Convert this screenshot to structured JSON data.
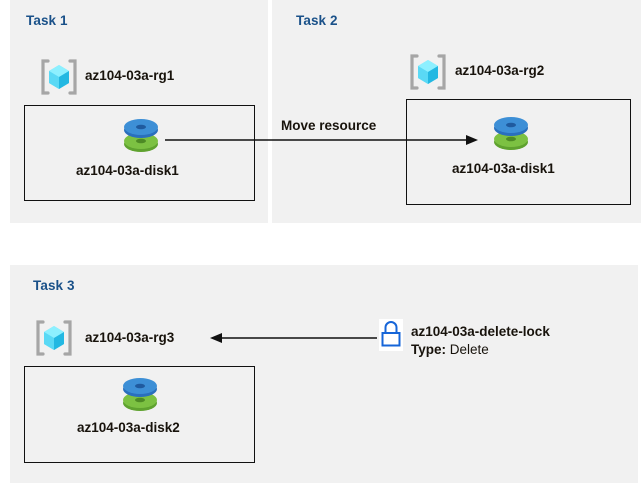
{
  "diagram": {
    "title": "Azure resource group tasks diagram",
    "background_color": "#ffffff",
    "panel_color": "#f1f1f1",
    "title_color": "#1a5189",
    "text_color": "#18130c",
    "line_color": "#111111"
  },
  "panels": [
    {
      "id": "task1",
      "title": "Task 1",
      "resource_group": "az104-03a-rg1",
      "resource": "az104-03a-disk1",
      "rg_icon": "resource-group-cube-icon",
      "resource_icon": "managed-disk-icon"
    },
    {
      "id": "task2",
      "title": "Task 2",
      "resource_group": "az104-03a-rg2",
      "resource": "az104-03a-disk1",
      "rg_icon": "resource-group-cube-icon",
      "resource_icon": "managed-disk-icon"
    },
    {
      "id": "task3",
      "title": "Task 3",
      "resource_group": "az104-03a-rg3",
      "resource": "az104-03a-disk2",
      "rg_icon": "resource-group-cube-icon",
      "resource_icon": "managed-disk-icon",
      "lock": {
        "icon": "padlock-icon",
        "name": "az104-03a-delete-lock",
        "type_label": "Type:",
        "type_value": "Delete",
        "color": "#1665d8"
      }
    }
  ],
  "connectors": [
    {
      "id": "move-resource-arrow",
      "label": "Move resource",
      "direction": "right",
      "from": "az104-03a-disk1 (Task 1)",
      "to": "az104-03a-disk1 (Task 2)"
    },
    {
      "id": "lock-applies-arrow",
      "label": "",
      "direction": "left",
      "from": "az104-03a-delete-lock",
      "to": "az104-03a-rg3"
    }
  ],
  "icon_colors": {
    "cube_light": "#6fe5fb",
    "cube_mid": "#39c9ef",
    "cube_dark": "#12a9d6",
    "bracket": "#a6a6a6",
    "disk_blue_top": "#3d8fd6",
    "disk_blue_body": "#2a6fbd",
    "disk_green_top": "#7cc142",
    "disk_green_body": "#5fa22f",
    "lock_blue": "#1665d8"
  }
}
